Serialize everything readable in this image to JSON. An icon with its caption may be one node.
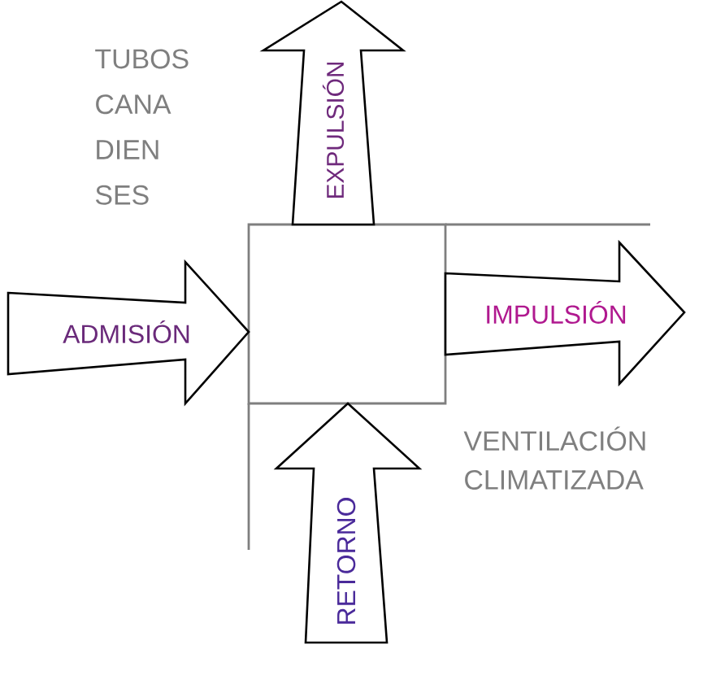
{
  "diagram": {
    "nodes": [
      {
        "text": [],
        "shape": "box"
      },
      {
        "text": [
          "EXPULSIÓN"
        ]
      },
      {
        "text": [
          "ADMISIÓN"
        ]
      },
      {
        "text": [
          "IMPULSIÓN"
        ]
      },
      {
        "text": [
          "RETORNO"
        ]
      }
    ],
    "labels": [
      "TUBOS CANA DIEN SES",
      "VENTILACIÓN CLIMATIZADA"
    ]
  }
}
